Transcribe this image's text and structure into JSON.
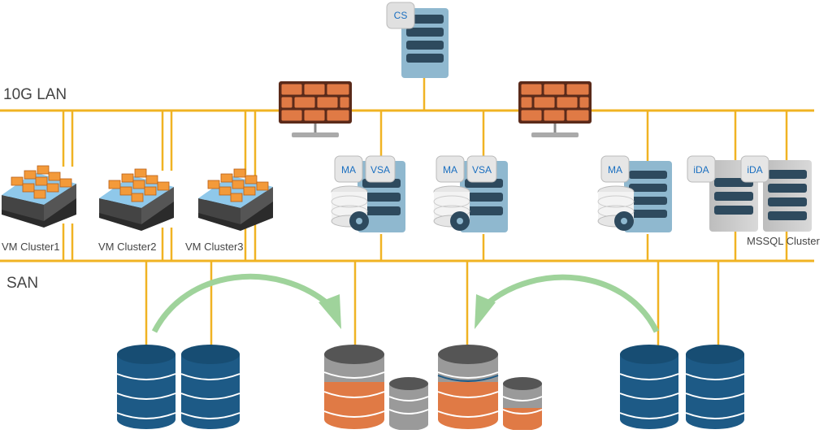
{
  "network": {
    "lan_label": "10G LAN",
    "san_label": "SAN"
  },
  "servers": {
    "cs_label": "CS",
    "ma_label": "MA",
    "vsa_label": "VSA",
    "ida_label": "iDA"
  },
  "clusters": {
    "vm1": "VM Cluster1",
    "vm2": "VM Cluster2",
    "vm3": "VM Cluster3",
    "mssql": "MSSQL Cluster"
  },
  "colors": {
    "bus": "#f0b323",
    "server_blue": "#8fb8cf",
    "server_gray": "#c8c8c8",
    "slot": "#2e4a5e",
    "brick": "#e07a45",
    "disk_blue": "#1d5a86",
    "disk_orange": "#e07a45",
    "disk_gray": "#9a9a9a",
    "arrow": "#9fd39b"
  }
}
